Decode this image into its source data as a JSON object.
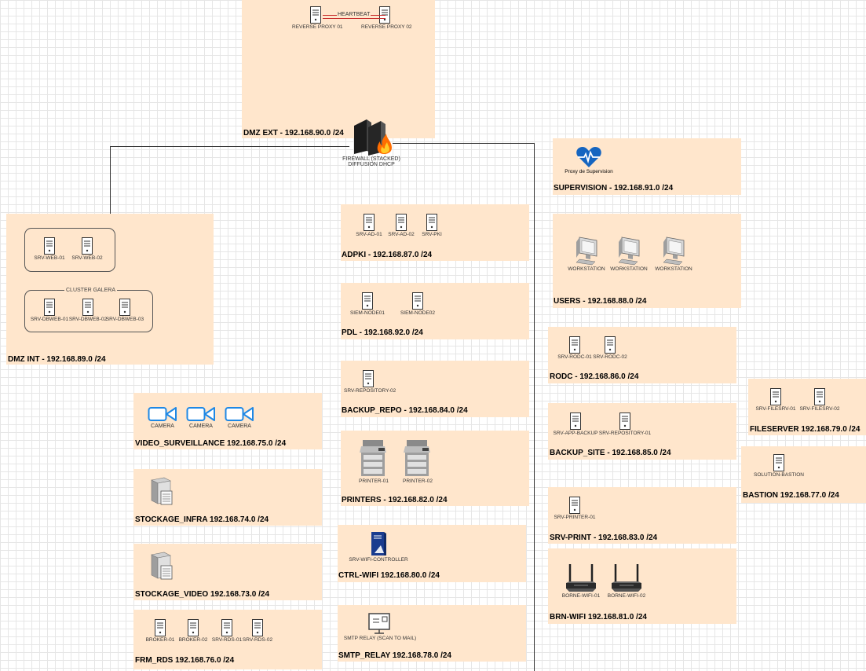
{
  "zones": {
    "dmz_ext": "DMZ EXT - 192.168.90.0 /24",
    "dmz_int": "DMZ INT - 192.168.89.0 /24",
    "adpki": "ADPKI - 192.168.87.0 /24",
    "pdl": "PDL - 192.168.92.0 /24",
    "backup_repo": "BACKUP_REPO - 192.168.84.0 /24",
    "printers": "PRINTERS - 192.168.82.0 /24",
    "ctrl_wifi": "CTRL-WIFI 192.168.80.0 /24",
    "smtp_relay": "SMTP_RELAY 192.168.78.0 /24",
    "video": "VIDEO_SURVEILLANCE 192.168.75.0 /24",
    "stockage_infra": "STOCKAGE_INFRA 192.168.74.0 /24",
    "stockage_video": "STOCKAGE_VIDEO 192.168.73.0 /24",
    "frm_rds": "FRM_RDS 192.168.76.0 /24",
    "supervision": "SUPERVISION  - 192.168.91.0 /24",
    "users": "USERS  - 192.168.88.0 /24",
    "rodc": "RODC  - 192.168.86.0 /24",
    "backup_site": "BACKUP_SITE - 192.168.85.0 /24",
    "srv_print": "SRV-PRINT  - 192.168.83.0 /24",
    "brn_wifi": "BRN-WIFI 192.168.81.0 /24",
    "fileserver": "FILESERVER 192.168.79.0 /24",
    "bastion": "BASTION 192.168.77.0 /24"
  },
  "nodes": {
    "reverse_proxy_01": "REVERSE PROXY 01",
    "reverse_proxy_02": "REVERSE PROXY 02",
    "heartbeat": "HEARTBEAT",
    "firewall_line1": "FIREWALL (STACKED)",
    "firewall_line2": "DIFFUSION DHCP",
    "srv_web_01": "SRV-WEB-01",
    "srv_web_02": "SRV-WEB-02",
    "cluster_galera": "CLUSTER GALERA",
    "srv_dbweb_01": "SRV-DBWEB-01",
    "srv_dbweb_02": "SRV-DBWEB-02",
    "srv_dbweb_03": "SRV-DBWEB-03",
    "srv_ad_01": "SRV-AD-01",
    "srv_ad_02": "SRV-AD-02",
    "srv_pki": "SRV-PKI",
    "siem_node01": "SIEM-NODE01",
    "siem_node02": "SIEM-NODE02",
    "srv_repository_02": "SRV-REPOSITORY-02",
    "printer_01": "PRINTER-01",
    "printer_02": "PRINTER-02",
    "srv_wifi_controller": "SRV-WIFI-CONTROLLER",
    "smtp_relay_node": "SMTP RELAY (SCAN TO MAIL)",
    "camera": "CAMERA",
    "broker_01": "BROKER-01",
    "broker_02": "BROKER-02",
    "srv_rds_01": "SRV-RDS-01",
    "srv_rds_02": "SRV-RDS-02",
    "proxy_supervision": "Proxy de Supervision",
    "workstation": "WORKSTATION",
    "srv_rodc_01": "SRV-RODC-01",
    "srv_rodc_02": "SRV-RODC-02",
    "srv_appbackup": "SRV-APP-BACKUP",
    "srv_repository_01": "SRV-REPOSITORY-01",
    "srv_printer_01": "SRV-PRINTER-01",
    "borne_wifi_01": "BORNE-WIFI-01",
    "borne_wifi_02": "BORNE-WIFI-02",
    "srv_filesrv_01": "SRV-FILESRV-01",
    "srv_filesrv_02": "SRV-FILESRV-02",
    "solution_bastion": "SOLUTION-BASTION"
  },
  "colors": {
    "zone_fill": "#ffe6cc",
    "camera_blue": "#1e88e5",
    "heart_blue": "#1565c0",
    "firewall_flame": "#ff6d00",
    "heartbeat_line": "#c62828"
  }
}
